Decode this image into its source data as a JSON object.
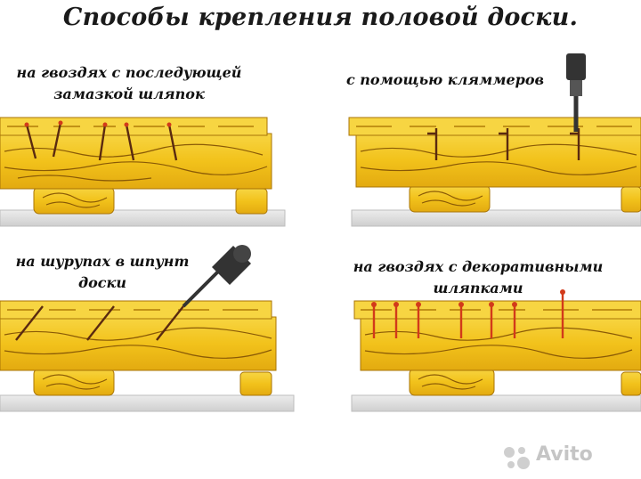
{
  "title": "Способы крепления половой доски.",
  "panels": [
    {
      "id": "p1",
      "lines": [
        "на гвоздях с последующей",
        "замазкой шляпок"
      ]
    },
    {
      "id": "p2",
      "lines": [
        "с помощью кляммеров"
      ]
    },
    {
      "id": "p3",
      "lines": [
        "на шурупах в шпунт",
        "доски"
      ]
    },
    {
      "id": "p4",
      "lines": [
        "на гвоздях с декоративными",
        "шляпками"
      ]
    }
  ],
  "watermark": {
    "text": "Avito"
  },
  "colors": {
    "wood": "#f2c21b",
    "wood_dark": "#c8920a",
    "grain": "#8a5a06",
    "nail": "#5a2a10",
    "nail_head_red": "#d23a1a",
    "floor": "#d9d9d9",
    "tool": "#333333"
  }
}
